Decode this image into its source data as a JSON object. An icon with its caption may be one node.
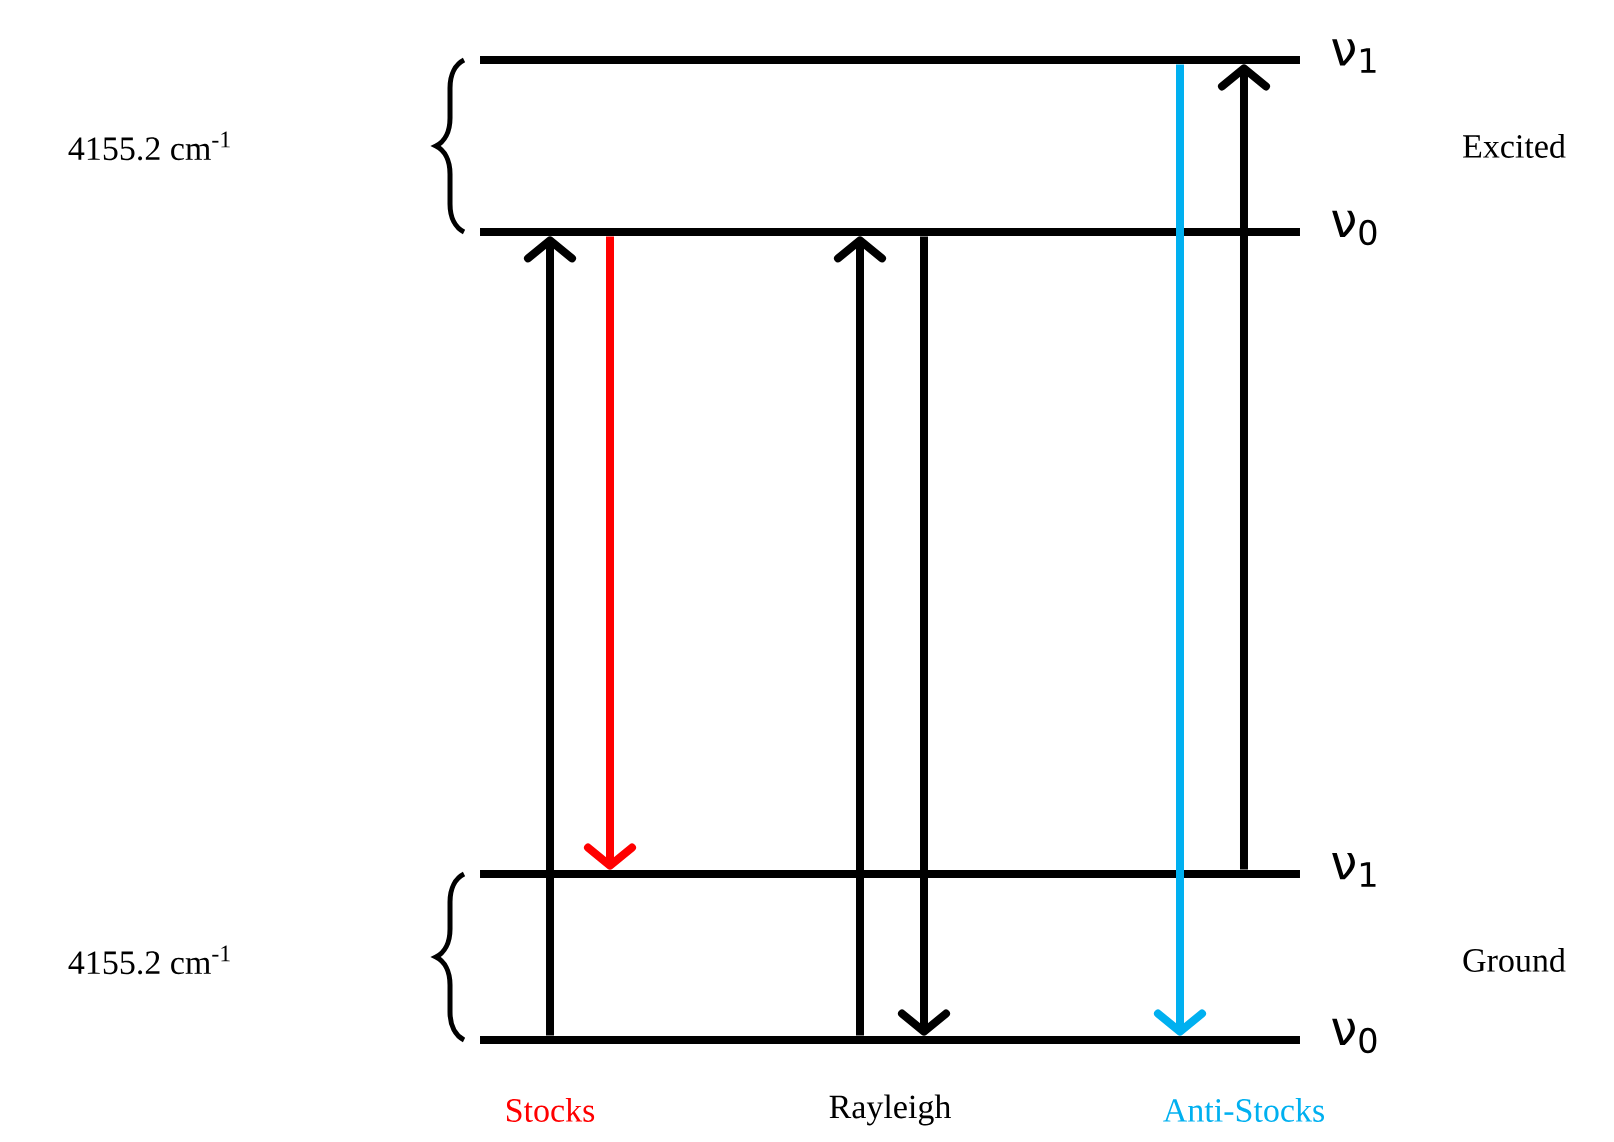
{
  "diagram": {
    "nodes": [
      {
        "text": [],
        "shape": "bar",
        "beside": [
          "ν$_{1}$"
        ]
      },
      {
        "text": [],
        "shape": "bar",
        "beside": [
          "ν$_{0}$"
        ]
      },
      {
        "text": [],
        "shape": "bar",
        "beside": [
          "ν$_{1}$"
        ]
      },
      {
        "text": [],
        "shape": "bar",
        "beside": [
          "ν$_{0}$"
        ]
      }
    ],
    "edges": [
      {
        "from": 3,
        "to": 1,
        "arrow": "to"
      },
      {
        "from": 1,
        "to": 2,
        "arrow": "to",
        "color": "#ff0000"
      },
      {
        "from": 3,
        "to": 1,
        "arrow": "to"
      },
      {
        "from": 1,
        "to": 3,
        "arrow": "to"
      },
      {
        "from": 0,
        "to": 3,
        "arrow": "to",
        "color": "#00b0f0"
      },
      {
        "from": 2,
        "to": 0,
        "arrow": "to"
      }
    ],
    "labels": [
      "4155.2 cm$^{-1}$",
      "Excited",
      "4155.2 cm$^{-1}$",
      "Ground",
      "Stocks",
      "Rayleigh",
      "Anti-Stocks"
    ]
  }
}
